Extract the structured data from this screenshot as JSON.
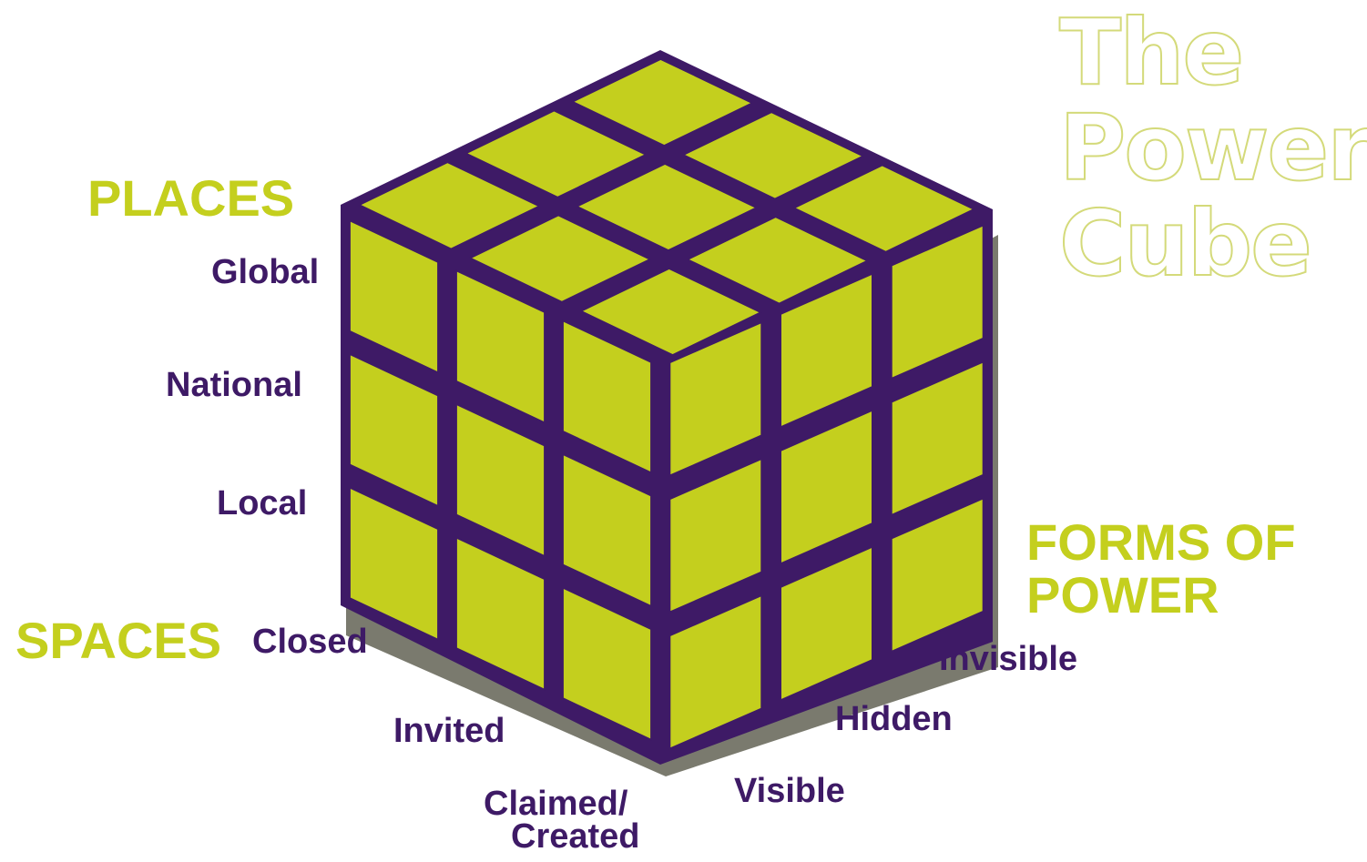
{
  "title": {
    "line1": "The",
    "line2": "Power",
    "line3": "Cube"
  },
  "axes": {
    "places": {
      "heading": "PLACES",
      "levels": [
        "Global",
        "National",
        "Local"
      ]
    },
    "spaces": {
      "heading": "SPACES",
      "levels": [
        "Closed",
        "Invited",
        "Claimed/",
        "Created"
      ]
    },
    "forms": {
      "heading_line1": "FORMS OF",
      "heading_line2": "POWER",
      "levels": [
        "Invisible",
        "Hidden",
        "Visible"
      ]
    }
  },
  "colors": {
    "tile": "#c4cf1e",
    "grid": "#3e1a66",
    "heading": "#c4cf1e",
    "label": "#3e1a66",
    "title_outline": "#d4da7a"
  }
}
